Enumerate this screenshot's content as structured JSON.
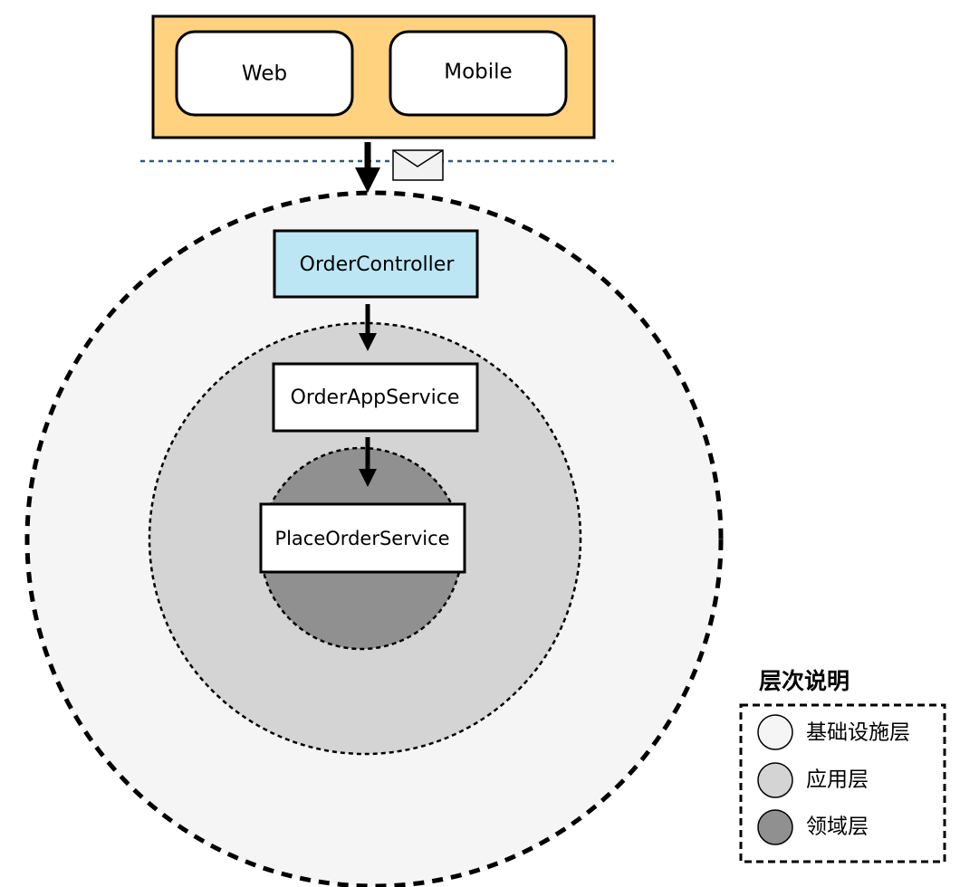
{
  "clients": {
    "web_label": "Web",
    "mobile_label": "Mobile",
    "panel_color": "#FFD27F"
  },
  "layers": {
    "controller_label": "OrderController",
    "app_service_label": "OrderAppService",
    "domain_service_label": "PlaceOrderService",
    "controller_color": "#BDE6F4"
  },
  "legend": {
    "title": "层次说明",
    "items": [
      {
        "label": "基础设施层",
        "color": "#F5F5F5"
      },
      {
        "label": "应用层",
        "color": "#D4D4D4"
      },
      {
        "label": "领域层",
        "color": "#909090"
      }
    ]
  }
}
